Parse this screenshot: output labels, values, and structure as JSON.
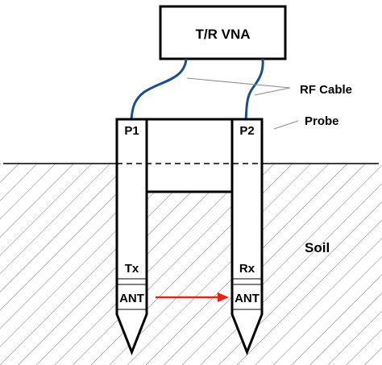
{
  "labels": {
    "vna": "T/R VNA",
    "rf_cable": "RF Cable",
    "probe": "Probe",
    "soil": "Soil",
    "p1": "P1",
    "p2": "P2",
    "tx": "Tx",
    "rx": "Rx",
    "ant_left": "ANT",
    "ant_right": "ANT"
  },
  "colors": {
    "cable": "#1f4e8c",
    "arrow": "#e8201a",
    "hatch": "#7a7a7a",
    "line": "#000000",
    "leader": "#8c8c8c"
  }
}
